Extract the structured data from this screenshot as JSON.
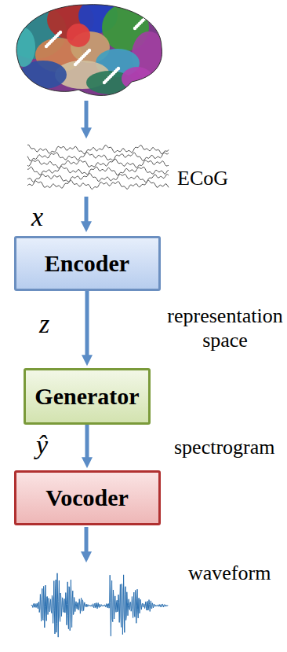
{
  "diagram": {
    "nodes": [
      {
        "text": [
          "Encoder"
        ]
      },
      {
        "text": [
          "Generator"
        ]
      },
      {
        "text": [
          "Vocoder"
        ]
      }
    ],
    "edges": [
      {
        "from": 0,
        "to": 1,
        "arrow": "to"
      },
      {
        "from": 1,
        "to": 2,
        "arrow": "to"
      }
    ],
    "labels": [
      "ECoG",
      "x",
      "representation space",
      "z",
      "spectrogram",
      "ŷ",
      "waveform"
    ]
  }
}
